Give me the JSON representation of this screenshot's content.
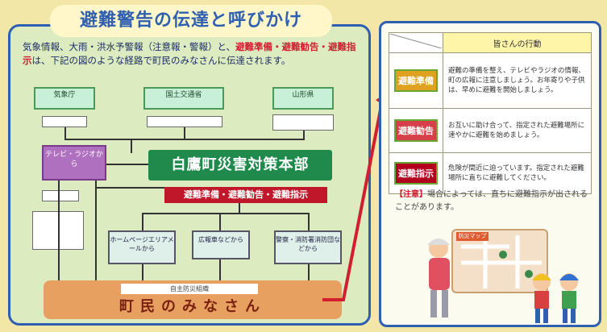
{
  "title": "避難警告の伝達と呼びかけ",
  "intro": {
    "part1": "気象情報、大雨・洪水予警報（注意報・警報）と、",
    "red": "避難準備・避難勧告・避難指示",
    "part2": "は、下記の図のような経路で町民のみなさんに伝達されます。"
  },
  "sources": [
    {
      "name": "気象庁",
      "sub": ""
    },
    {
      "name": "国土交通省",
      "sub": ""
    },
    {
      "name": "山形県",
      "sub": ""
    }
  ],
  "hq": "白鷹町災害対策本部",
  "tv_radio": "テレビ・ラジオから",
  "alert_bar": "避難準備・避難勧告・避難指示",
  "media": [
    {
      "label": "ホームページエリアメールから"
    },
    {
      "label": "広報車などから"
    },
    {
      "label": "警察・消防署消防団などから"
    }
  ],
  "residents_group": "自主防災組織",
  "residents": "町民のみなさん",
  "legend": {
    "header": "皆さんの行動",
    "rows": [
      {
        "level": "避難準備",
        "text": "避難の準備を整え、テレビやラジオの情報、町の広報に注意しましょう。お年寄りや子供は、早めに避難を開始しましょう。"
      },
      {
        "level": "避難勧告",
        "text": "お互いに助け合って、指定された避難場所に速やかに避難を始めましょう。"
      },
      {
        "level": "避難指示",
        "text": "危険が間近に迫っています。指定された避難場所に直ちに避難してください。"
      }
    ]
  },
  "note": {
    "label": "【注意】",
    "text": "場合によっては、直ちに避難指示が出されることがあります。"
  },
  "map_label": "防災マップ",
  "colors": {
    "panel_border": "#2f5fb0",
    "hq_green": "#1f8a4c",
    "alert_red": "#c0182a",
    "residents_orange": "#e8a060"
  }
}
